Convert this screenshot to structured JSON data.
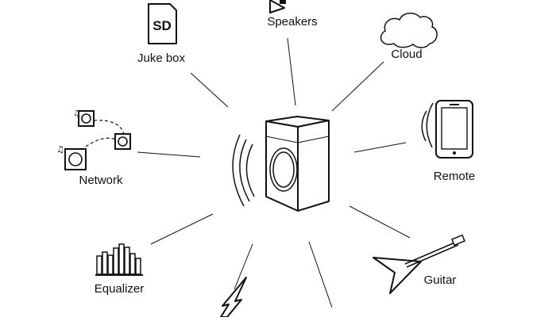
{
  "diagram": {
    "center": {
      "name": "speaker-unit"
    },
    "nodes": [
      {
        "id": "jukebox",
        "label": "Juke box",
        "icon": "sd-card-icon",
        "badge": "SD"
      },
      {
        "id": "speakers",
        "label": "Speakers",
        "icon": "speaker-icon"
      },
      {
        "id": "cloud",
        "label": "Cloud",
        "icon": "cloud-icon"
      },
      {
        "id": "remote",
        "label": "Remote",
        "icon": "smartphone-icon"
      },
      {
        "id": "guitar",
        "label": "Guitar",
        "icon": "guitar-icon"
      },
      {
        "id": "equalizer",
        "label": "Equalizer",
        "icon": "equalizer-icon"
      },
      {
        "id": "network",
        "label": "Network",
        "icon": "network-speakers-icon"
      },
      {
        "id": "bottom",
        "label": "",
        "icon": "lightning-icon"
      }
    ],
    "colors": {
      "stroke": "#111111",
      "background": "#ffffff"
    }
  }
}
